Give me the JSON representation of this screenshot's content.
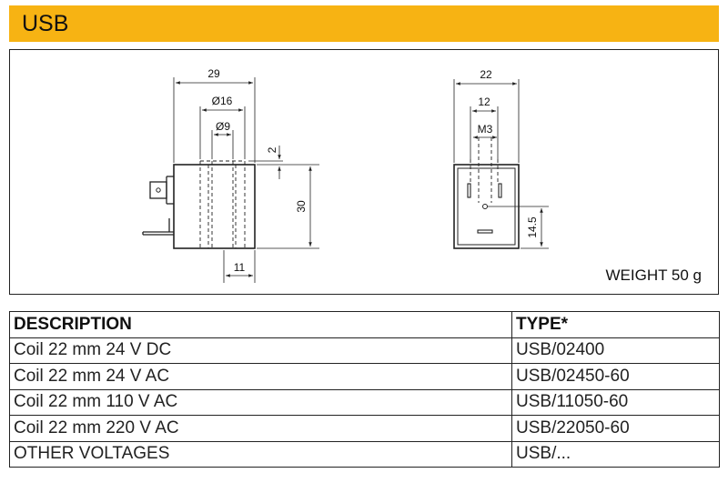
{
  "header": {
    "title": "USB",
    "color": "#f7b313"
  },
  "drawing": {
    "dimensions": {
      "width_29": "29",
      "dia_16": "Ø16",
      "dia_9": "Ø9",
      "gap_2": "2",
      "height_30": "30",
      "bottom_11": "11",
      "width_22": "22",
      "width_12": "12",
      "thread_m3": "M3",
      "height_14_5": "14.5"
    },
    "weight_label": "WEIGHT 50 g"
  },
  "table": {
    "headers": {
      "description": "DESCRIPTION",
      "type": "TYPE*"
    },
    "rows": [
      {
        "description": "Coil 22 mm 24 V DC",
        "type": "USB/02400"
      },
      {
        "description": "Coil 22 mm 24 V AC",
        "type": "USB/02450-60"
      },
      {
        "description": "Coil 22 mm 110 V AC",
        "type": "USB/11050-60"
      },
      {
        "description": "Coil 22 mm 220 V AC",
        "type": "USB/22050-60"
      },
      {
        "description": "OTHER VOLTAGES",
        "type": "USB/..."
      }
    ]
  }
}
